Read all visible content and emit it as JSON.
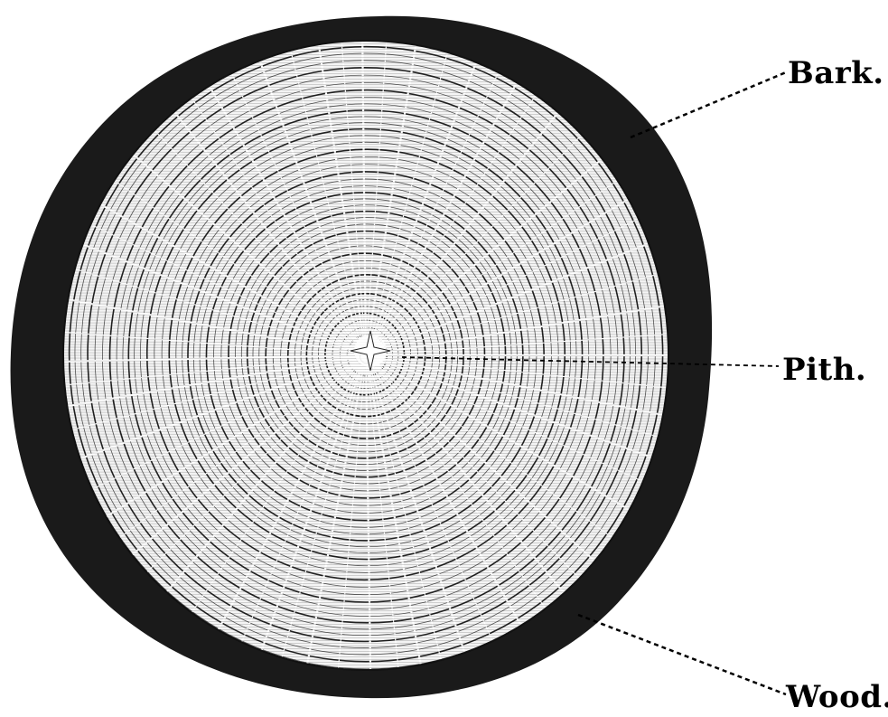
{
  "labels": {
    "bark": "Bark.",
    "pith": "Pith.",
    "wood": "Wood."
  },
  "colors": {
    "ink": "#000000",
    "paper": "#ffffff"
  }
}
